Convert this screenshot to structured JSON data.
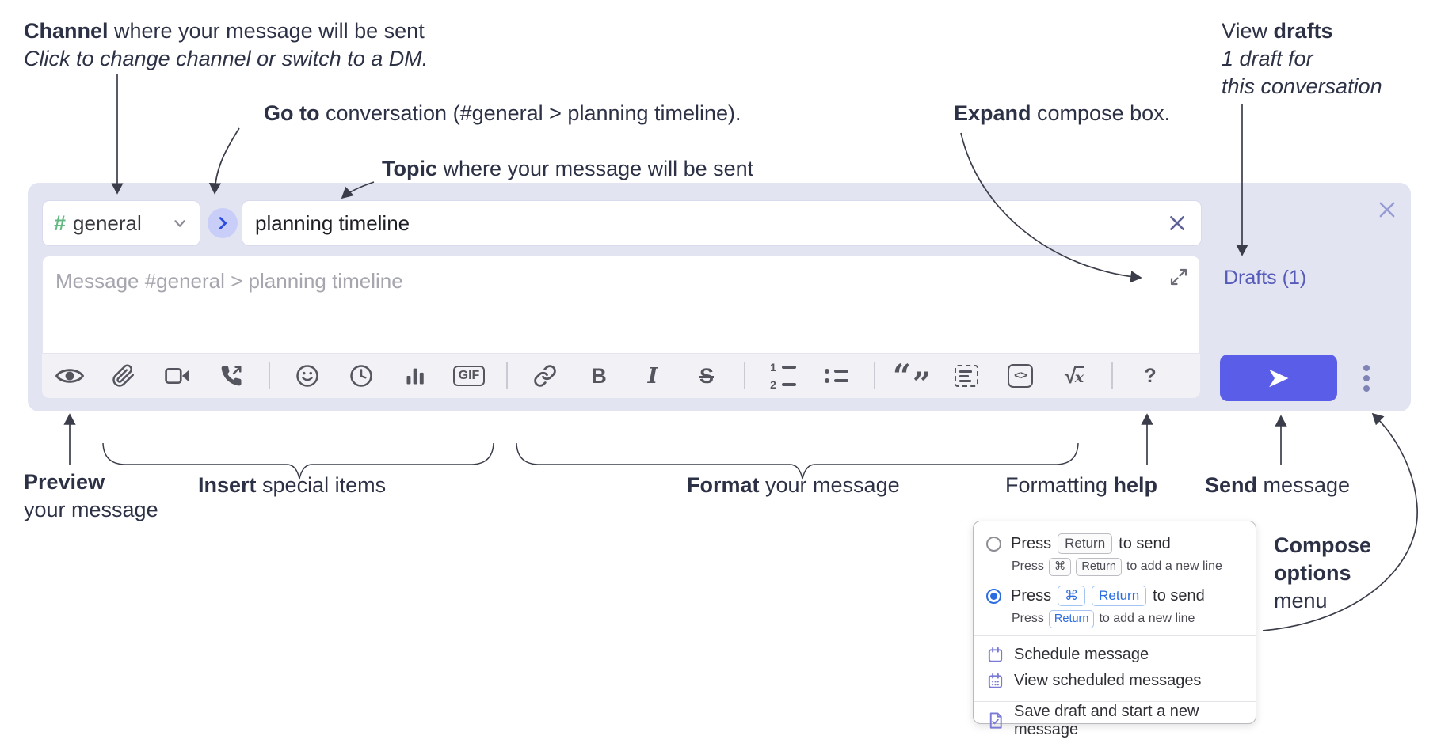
{
  "annotations": {
    "channel": {
      "bold": "Channel",
      "rest": " where your message will be sent",
      "sub": "Click to change channel or switch to a DM."
    },
    "goto": {
      "bold": "Go to",
      "rest": " conversation (#general > planning timeline)."
    },
    "topic": {
      "bold": "Topic",
      "rest": " where your message will be sent"
    },
    "expand": {
      "bold": "Expand",
      "rest": " compose box."
    },
    "view_drafts": {
      "prefix": "View ",
      "bold": "drafts",
      "line2": "1 draft for",
      "line3": "this conversation"
    },
    "preview": {
      "bold": "Preview",
      "line2": "your message"
    },
    "insert": {
      "bold": "Insert",
      "rest": " special items"
    },
    "format": {
      "bold": "Format",
      "rest": " your message"
    },
    "help": {
      "prefix": "Formatting ",
      "bold": "help"
    },
    "send": {
      "bold": "Send",
      "rest": " message"
    },
    "compose_options": {
      "bold": "Compose options",
      "rest": "menu"
    }
  },
  "compose": {
    "channel": {
      "hash": "#",
      "name": "general"
    },
    "topic_value": "planning timeline",
    "message_placeholder": "Message #general > planning timeline",
    "drafts_link": "Drafts (1)",
    "toolbar": {
      "gif": "GIF",
      "bold": "B",
      "italic": "I",
      "strike": "S",
      "ol1": "1",
      "ol2": "2",
      "quote_open": "“",
      "quote_close": "”",
      "code": "<>",
      "sqrt": "√",
      "sqrt_x": "x",
      "help": "?"
    },
    "icon_names": [
      "preview-eye",
      "attach-paperclip",
      "start-video-call",
      "start-voice-call",
      "add-emoji",
      "add-global-time",
      "add-poll",
      "add-gif",
      "link",
      "bold",
      "italic",
      "strikethrough",
      "numbered-list",
      "bulleted-list",
      "quote",
      "spoiler",
      "code",
      "math",
      "formatting-help",
      "send-paper-plane",
      "vertical-dots"
    ],
    "colors": {
      "compose_bg": "#e2e4f2",
      "send_button": "#5a5de8",
      "drafts_link": "#565ab9",
      "channel_hash": "#63b981",
      "goto_chevron": "#2b4bdf",
      "popup_accent": "#2b6ce0",
      "menu_icon_purple": "#7b7ad6"
    }
  },
  "popup": {
    "option1": {
      "press": "Press",
      "key": "Return",
      "after": "to send",
      "sub_press": "Press",
      "sub_key1": "⌘",
      "sub_key2": "Return",
      "sub_after": "to add a new line"
    },
    "option2": {
      "press": "Press",
      "key1": "⌘",
      "key2": "Return",
      "after": "to send",
      "sub_press": "Press",
      "sub_key": "Return",
      "sub_after": "to add a new line"
    },
    "items": [
      {
        "icon": "calendar-icon",
        "label": "Schedule message"
      },
      {
        "icon": "calendar-grid-icon",
        "label": "View scheduled messages"
      },
      {
        "icon": "draft-check-icon",
        "label": "Save draft and start a new message"
      }
    ]
  }
}
